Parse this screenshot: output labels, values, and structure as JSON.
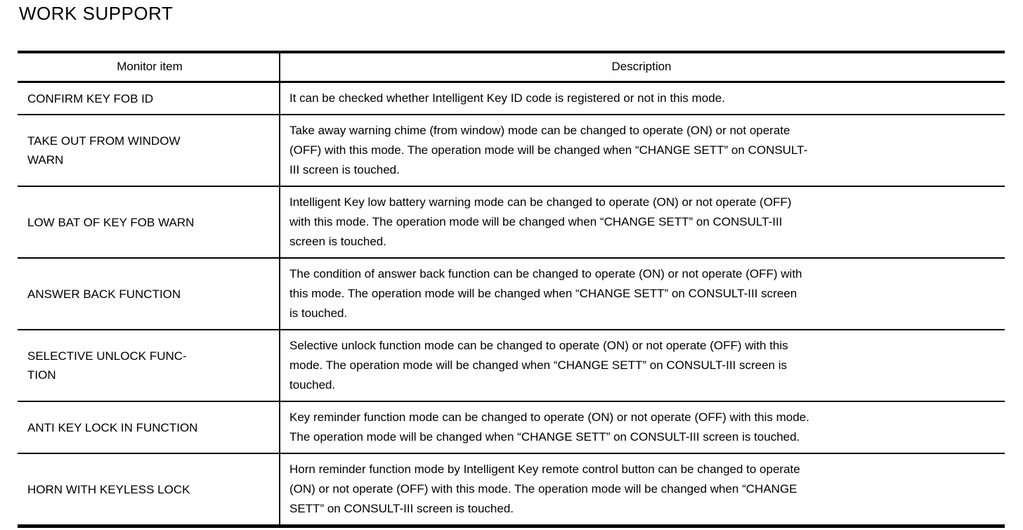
{
  "page": {
    "title": "WORK SUPPORT"
  },
  "colors": {
    "background": "#ffffff",
    "text": "#000000",
    "border": "#000000"
  },
  "table": {
    "headers": [
      "Monitor item",
      "Description"
    ],
    "rows": [
      {
        "item": "CONFIRM KEY FOB ID",
        "description": "It can be checked whether Intelligent Key ID code is registered or not in this mode."
      },
      {
        "item": "TAKE OUT FROM WINDOW\nWARN",
        "description": "Take away warning chime (from window) mode can be changed to operate (ON) or not operate\n(OFF) with this mode. The operation mode will be changed when “CHANGE SETT” on CONSULT-\nIII screen is touched."
      },
      {
        "item": "LOW BAT OF KEY FOB WARN",
        "description": "Intelligent Key low battery warning mode can be changed to operate (ON) or not operate (OFF)\nwith this mode. The operation mode will be changed when “CHANGE SETT” on CONSULT-III\nscreen is touched."
      },
      {
        "item": "ANSWER BACK FUNCTION",
        "description": "The condition of answer back function can be changed to operate (ON) or not operate (OFF) with\nthis mode. The operation mode will be changed when “CHANGE SETT” on CONSULT-III screen\nis touched."
      },
      {
        "item": "SELECTIVE UNLOCK FUNC-\nTION",
        "description": "Selective unlock function mode can be changed to operate (ON) or not operate (OFF) with this\nmode. The operation mode will be changed when “CHANGE SETT” on CONSULT-III screen is\ntouched."
      },
      {
        "item": "ANTI KEY LOCK IN FUNCTION",
        "description": "Key reminder function mode can be changed to operate (ON) or not operate (OFF) with this mode.\nThe operation mode will be changed when “CHANGE SETT” on CONSULT-III screen is touched."
      },
      {
        "item": "HORN WITH KEYLESS LOCK",
        "description": "Horn reminder function mode by Intelligent Key remote control button can be changed to operate\n(ON) or not operate (OFF) with this mode. The operation mode will be changed when “CHANGE\nSETT” on CONSULT-III screen is touched."
      }
    ]
  }
}
